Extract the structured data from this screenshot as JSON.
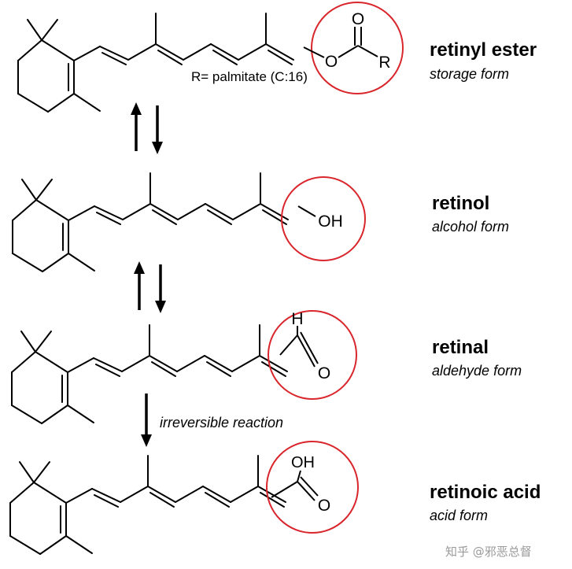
{
  "compounds": [
    {
      "name": "retinyl ester",
      "form": "storage form",
      "group_labels": [
        "O",
        "O",
        "R"
      ],
      "note": "R= palmitate (C:16)"
    },
    {
      "name": "retinol",
      "form": "alcohol form",
      "group_labels": [
        "OH"
      ]
    },
    {
      "name": "retinal",
      "form": "aldehyde form",
      "group_labels": [
        "H",
        "O"
      ]
    },
    {
      "name": "retinoic acid",
      "form": "acid form",
      "group_labels": [
        "OH",
        "O"
      ]
    }
  ],
  "reactions": [
    {
      "type": "reversible"
    },
    {
      "type": "reversible"
    },
    {
      "type": "irreversible",
      "label": "irreversible reaction"
    }
  ],
  "watermark": "知乎 @邪恶总督",
  "colors": {
    "line": "#000000",
    "highlight": "#d9262c",
    "watermark": "#9a9a9a"
  }
}
